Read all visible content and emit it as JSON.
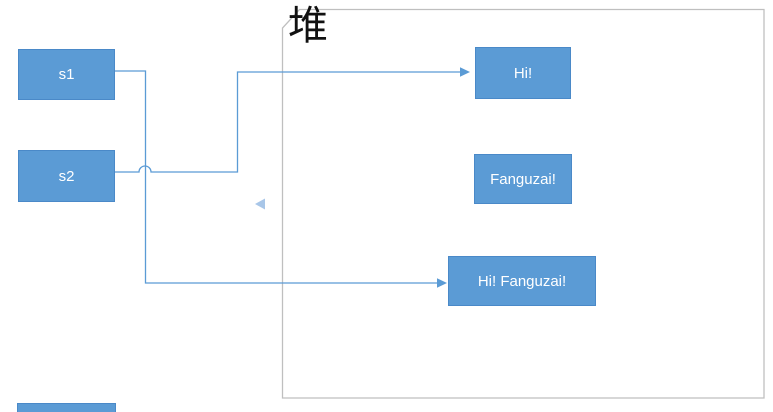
{
  "colors": {
    "background": "#ffffff",
    "box_fill": "#5b9bd5",
    "box_border": "#4a89c8",
    "box_text": "#ffffff",
    "connector": "#5b9bd5",
    "arrow_faded": "#a8c6e8",
    "heap_border": "#bfbfbf",
    "heap_label": "#111111"
  },
  "heap": {
    "label": "堆"
  },
  "stack": {
    "s1": {
      "label": "s1"
    },
    "s2": {
      "label": "s2"
    }
  },
  "objects": {
    "hi": {
      "label": "Hi!"
    },
    "fanguzai": {
      "label": "Fanguzai!"
    },
    "hi_fanguzai": {
      "label": "Hi! Fanguzai!"
    }
  }
}
